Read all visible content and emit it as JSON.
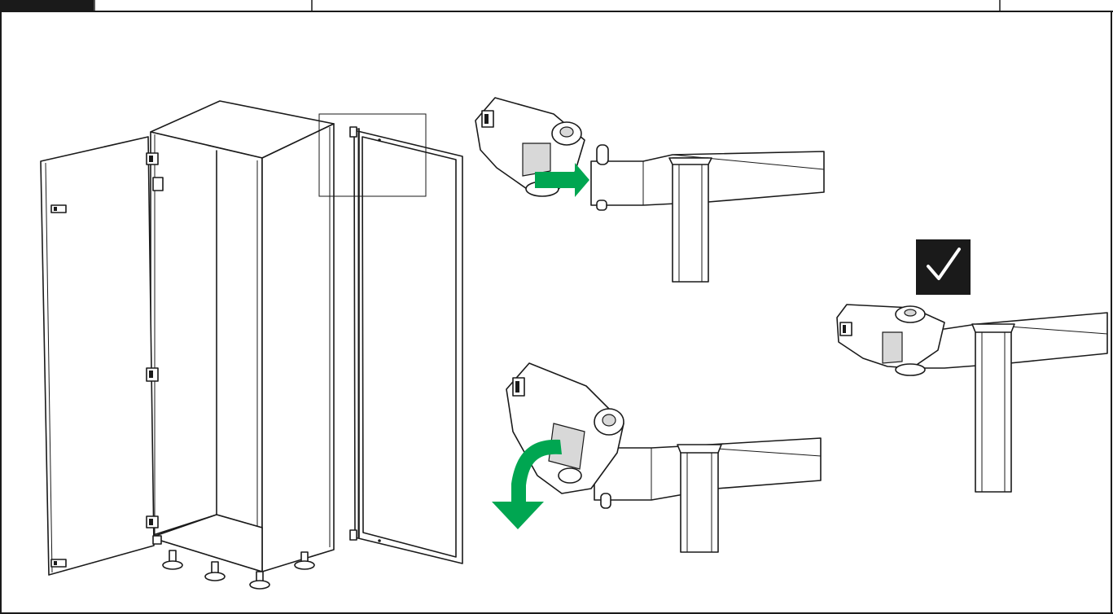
{
  "header": {
    "page_label": "",
    "title": ""
  },
  "colors": {
    "border": "#1a1a1a",
    "arrow": "#00a651",
    "checkbox_bg": "#1a1a1a",
    "checkmark": "#ffffff"
  },
  "icons": {
    "check": "check-icon",
    "arrow_right": "arrow-right-icon",
    "arrow_curved_down": "arrow-curved-down-icon"
  },
  "steps": [
    {
      "name": "insert-pin",
      "action": "slide"
    },
    {
      "name": "rotate-down",
      "action": "rotate"
    },
    {
      "name": "result",
      "action": "correct"
    }
  ]
}
